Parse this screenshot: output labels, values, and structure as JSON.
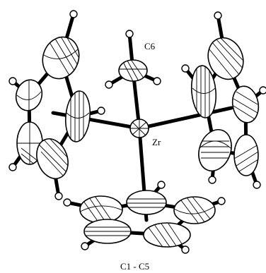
{
  "labels": {
    "methyl_carbon": "C6",
    "metal": "Zr",
    "ring_atoms": "C1 - C5"
  }
}
